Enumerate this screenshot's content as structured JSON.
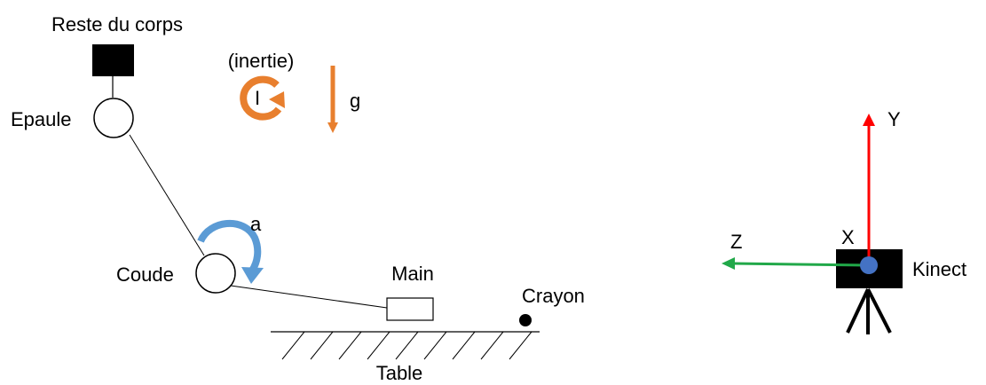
{
  "diagram": {
    "labels": {
      "body": "Reste du corps",
      "shoulder": "Epaule",
      "inertia": "(inertie)",
      "inertia_symbol": "I",
      "gravity": "g",
      "elbow": "Coude",
      "elbow_torque": "a",
      "hand": "Main",
      "pencil": "Crayon",
      "table": "Table",
      "axis_x": "X",
      "axis_y": "Y",
      "axis_z": "Z",
      "sensor": "Kinect"
    },
    "colors": {
      "inertia_arrow": "#E87F2E",
      "gravity_arrow": "#E87F2E",
      "elbow_arrow": "#5B9BD5",
      "axis_y": "#FF0000",
      "axis_z": "#21A849",
      "sensor_origin": "#4472C4",
      "ink": "#000000"
    }
  }
}
